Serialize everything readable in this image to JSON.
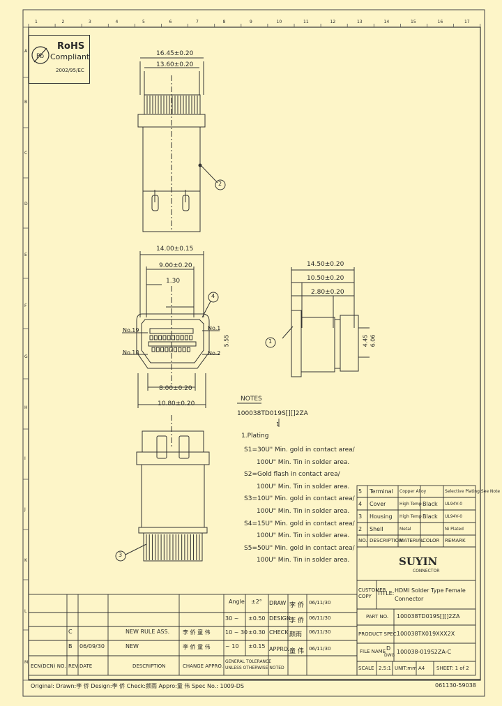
{
  "ruler": {
    "top": [
      "1",
      "2",
      "3",
      "4",
      "5",
      "6",
      "7",
      "8",
      "9",
      "10",
      "11",
      "12",
      "13",
      "14",
      "15",
      "16",
      "17"
    ],
    "left": [
      "A",
      "B",
      "C",
      "D",
      "E",
      "F",
      "G",
      "H",
      "I",
      "J",
      "K",
      "L",
      "M"
    ]
  },
  "rohs": {
    "title": "RoHS",
    "subtitle": "Compliant",
    "code": "2002/95/EC"
  },
  "dims": {
    "d1": "16.45±0.20",
    "d2": "13.60±0.20",
    "d3": "14.00±0.15",
    "d4": "9.00±0.20",
    "d5": "1.30",
    "d6": "8.00±0.20",
    "d7": "10.80±0.20",
    "d8": "14.50±0.20",
    "d9": "10.50±0.20",
    "d10": "2.80±0.20",
    "pin19": "No.19",
    "pin18": "No.18",
    "pin1": "No.1",
    "pin2": "No.2",
    "side1": "5.55",
    "side2": "4.45",
    "side3": "6.06"
  },
  "callouts": {
    "c1": "1",
    "c2": "2",
    "c3": "3",
    "c4": "4"
  },
  "notes": {
    "title": "NOTES",
    "part": "100038TD019S[][]2ZA",
    "arrow": "1",
    "plating": "1.Plating",
    "lines": [
      "S1=30U\" Min. gold in contact area/",
      "100U\" Min. Tin in solder area.",
      "S2=Gold flash in contact area/",
      "100U\" Min. Tin in solder area.",
      "S3=10U\" Min. gold in contact area/",
      "100U\" Min. Tin in solder area.",
      "S4=15U\" Min. gold in contact area/",
      "100U\" Min. Tin in solder area.",
      "S5=50U\" Min. gold in contact area/",
      "100U\" Min. Tin in solder area."
    ]
  },
  "bom": {
    "rows": [
      {
        "no": "5",
        "desc": "Terminal",
        "mat": "Copper Alloy",
        "color": "",
        "remark": "Selective Plating See Note"
      },
      {
        "no": "4",
        "desc": "Cover",
        "mat": "High Temp",
        "color": "Black",
        "remark": "UL94V-0"
      },
      {
        "no": "3",
        "desc": "Housing",
        "mat": "High Temp",
        "color": "Black",
        "remark": "UL94V-0"
      },
      {
        "no": "2",
        "desc": "Shell",
        "mat": "Metal",
        "color": "",
        "remark": "Ni Plated"
      }
    ],
    "header": {
      "no": "NO.",
      "desc": "DESCRIPTION",
      "mat": "MATERIAL",
      "color": "COLOR",
      "remark": "REMARK"
    }
  },
  "company": {
    "name": "SUYIN",
    "sub": "CONNECTOR"
  },
  "title_block": {
    "customer_label": "CUSTOMER COPY",
    "title_label": "TITLE:",
    "title_line1": "HDMI Solder Type Female",
    "title_line2": "Connector",
    "part_label": "PART NO.",
    "part_value": "100038TD019S[][]2ZA",
    "spec_label": "PRODUCT SPEC.",
    "spec_value": "100038TX019XXX2X",
    "file_label": "FILE NAME",
    "file_no": "D",
    "file_sub": "DWG",
    "file_value": "100038-019S2ZA-C",
    "scale_label": "SCALE",
    "scale_value": "2.5:1",
    "unit_label": "UNIT:mm",
    "size_value": "A4",
    "sheet_label": "SHEET: 1 of 2"
  },
  "tolerance": {
    "angle_label": "Angle",
    "angle_val": "±2°",
    "rows": [
      {
        "range": "30 ~",
        "tol": "±0.50"
      },
      {
        "range": "10 ~ 30",
        "tol": "±0.30"
      },
      {
        "range": "~ 10",
        "tol": "±0.15"
      }
    ],
    "note1": "GENERAL TOLERANCE",
    "note2": "UNLESS OTHERWISE NOTED"
  },
  "signoff": {
    "rows": [
      {
        "label": "DRAW",
        "name": "李 侨",
        "date": "06/11/30"
      },
      {
        "label": "DESIGN",
        "name": "李 侨",
        "date": "06/11/30"
      },
      {
        "label": "CHECK",
        "name": "颜雨",
        "date": "06/11/30"
      },
      {
        "label": "APPRO.",
        "name": "童 伟",
        "date": "06/11/30"
      }
    ]
  },
  "revisions": {
    "rows": [
      {
        "no": "",
        "rev": "",
        "date": "",
        "desc": "",
        "appro": ""
      },
      {
        "no": "",
        "rev": "",
        "date": "",
        "desc": "",
        "appro": ""
      },
      {
        "no": "",
        "rev": "C",
        "date": "",
        "desc": "NEW RULE ASS.",
        "appro": "李 侨 童 伟"
      },
      {
        "no": "",
        "rev": "B",
        "date": "06/09/30",
        "desc": "NEW",
        "appro": "李 侨 童 伟"
      }
    ],
    "header": {
      "no": "ECN(DCN) NO.",
      "rev": "REV.",
      "date": "DATE",
      "desc": "DESCRIPTION",
      "appro": "CHANGE APPRO."
    }
  },
  "footer": {
    "text": "Original: Drawn:李 侨 Design:李 侨 Check:颜雨 Appro:童 伟 Spec No.: 1009-DS",
    "code": "061130-59038"
  }
}
